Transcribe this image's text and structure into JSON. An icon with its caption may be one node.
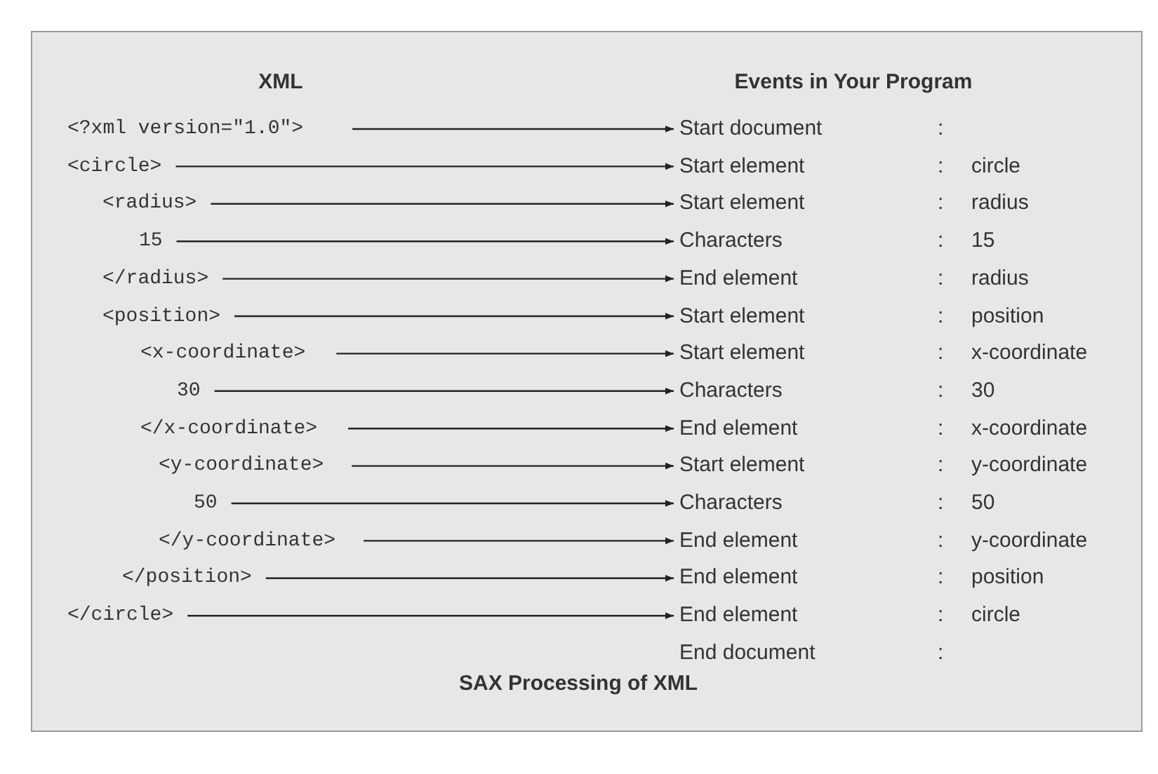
{
  "diagram": {
    "caption": "SAX Processing of XML",
    "labels": [
      "XML",
      "Events in Your Program"
    ],
    "nodes": [
      {
        "text": [
          "<?xml version=\"1.0\">"
        ]
      },
      {
        "text": [
          "<circle>"
        ]
      },
      {
        "text": [
          "<radius>"
        ]
      },
      {
        "text": [
          "15"
        ]
      },
      {
        "text": [
          "</radius>"
        ]
      },
      {
        "text": [
          "<position>"
        ]
      },
      {
        "text": [
          "<x-coordinate>"
        ]
      },
      {
        "text": [
          "30"
        ]
      },
      {
        "text": [
          "</x-coordinate>"
        ]
      },
      {
        "text": [
          "<y-coordinate>"
        ]
      },
      {
        "text": [
          "50"
        ]
      },
      {
        "text": [
          "</y-coordinate>"
        ]
      },
      {
        "text": [
          "</position>"
        ]
      },
      {
        "text": [
          "</circle>"
        ]
      },
      {
        "text": [
          "Start document",
          ":"
        ]
      },
      {
        "text": [
          "Start element",
          ":",
          "circle"
        ]
      },
      {
        "text": [
          "Start element",
          ":",
          "radius"
        ]
      },
      {
        "text": [
          "Characters",
          ":",
          "15"
        ]
      },
      {
        "text": [
          "End element",
          ":",
          "radius"
        ]
      },
      {
        "text": [
          "Start element",
          ":",
          "position"
        ]
      },
      {
        "text": [
          "Start element",
          ":",
          "x-coordinate"
        ]
      },
      {
        "text": [
          "Characters",
          ":",
          "30"
        ]
      },
      {
        "text": [
          "End element",
          ":",
          "x-coordinate"
        ]
      },
      {
        "text": [
          "Start element",
          ":",
          "y-coordinate"
        ]
      },
      {
        "text": [
          "Characters",
          ":",
          "50"
        ]
      },
      {
        "text": [
          "End element",
          ":",
          "y-coordinate"
        ]
      },
      {
        "text": [
          "End element",
          ":",
          "position"
        ]
      },
      {
        "text": [
          "End element",
          ":",
          "circle"
        ]
      },
      {
        "text": [
          "End document",
          ":"
        ]
      }
    ],
    "edges": [
      {
        "from": 0,
        "to": 14,
        "arrow": "to"
      },
      {
        "from": 1,
        "to": 15,
        "arrow": "to"
      },
      {
        "from": 2,
        "to": 16,
        "arrow": "to"
      },
      {
        "from": 3,
        "to": 17,
        "arrow": "to"
      },
      {
        "from": 4,
        "to": 18,
        "arrow": "to"
      },
      {
        "from": 5,
        "to": 19,
        "arrow": "to"
      },
      {
        "from": 6,
        "to": 20,
        "arrow": "to"
      },
      {
        "from": 7,
        "to": 21,
        "arrow": "to"
      },
      {
        "from": 8,
        "to": 22,
        "arrow": "to"
      },
      {
        "from": 9,
        "to": 23,
        "arrow": "to"
      },
      {
        "from": 10,
        "to": 24,
        "arrow": "to"
      },
      {
        "from": 11,
        "to": 25,
        "arrow": "to"
      },
      {
        "from": 12,
        "to": 26,
        "arrow": "to"
      },
      {
        "from": 13,
        "to": 27,
        "arrow": "to"
      }
    ]
  }
}
